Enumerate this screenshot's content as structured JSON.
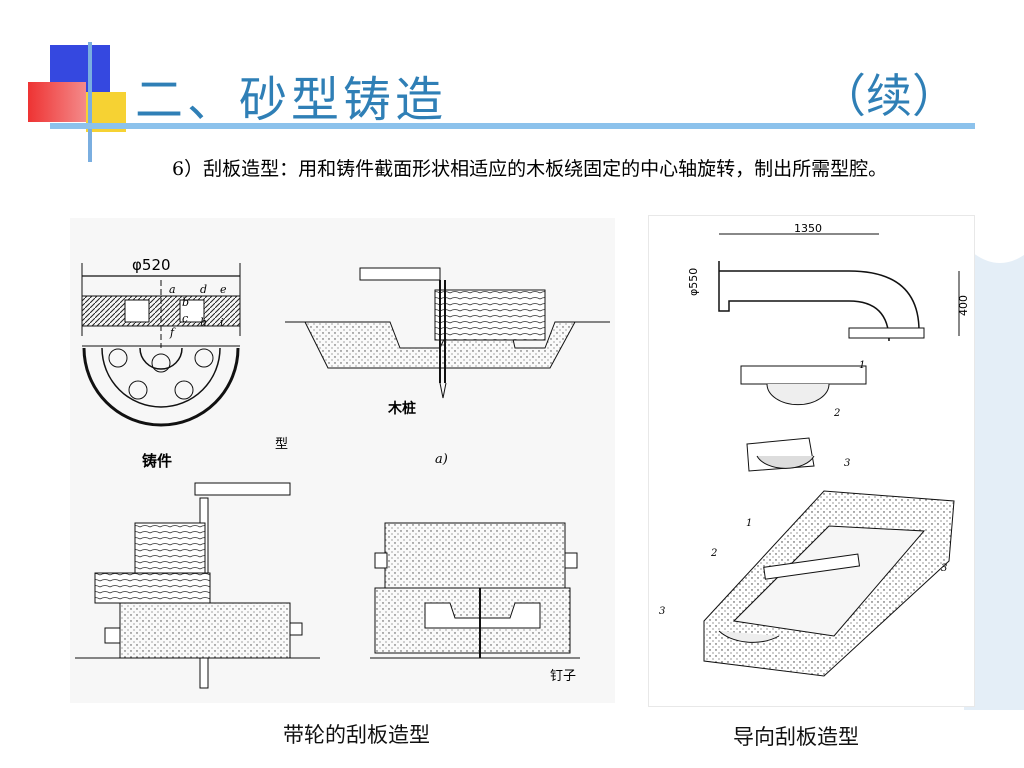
{
  "slide": {
    "title": "二、砂型铸造",
    "title_suffix": "（续）",
    "body": "6）刮板造型：用和铸件截面形状相适应的木板绕固定的中心轴旋转，制出所需型腔。"
  },
  "figure_left": {
    "labels": {
      "diameter": "φ520",
      "part_a": "a",
      "part_b": "b",
      "part_c": "c",
      "part_d": "d",
      "part_e": "e",
      "part_f": "f",
      "part_h": "h",
      "part_i": "i",
      "casting": "铸件",
      "stake": "木桩",
      "subfig_a": "a)",
      "stray": "型",
      "nail": "钉子"
    },
    "caption": "带轮的刮板造型"
  },
  "figure_right": {
    "labels": {
      "length": "1350",
      "diameter": "φ550",
      "height": "400",
      "n1": "1",
      "n2": "2",
      "n3": "3"
    },
    "caption": "导向刮板造型"
  },
  "colors": {
    "title": "#2f7fb6",
    "rule": "#8cc2ec",
    "deco_blue": "#3548e0",
    "deco_red": "#ee3333",
    "deco_yellow": "#f6d233"
  }
}
